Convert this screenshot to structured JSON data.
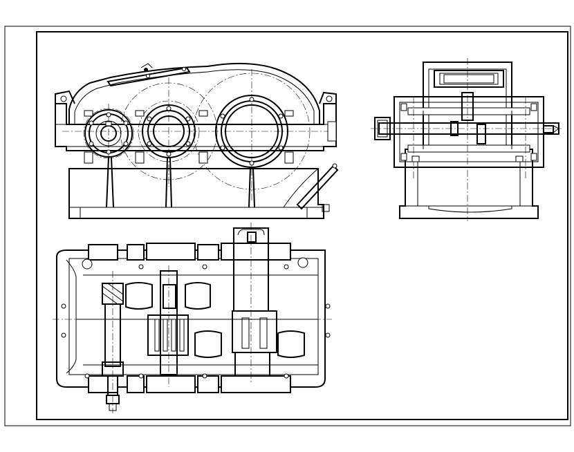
{
  "drawing": {
    "title": "",
    "views": [
      "front-view",
      "side-view",
      "top-section-view"
    ]
  }
}
